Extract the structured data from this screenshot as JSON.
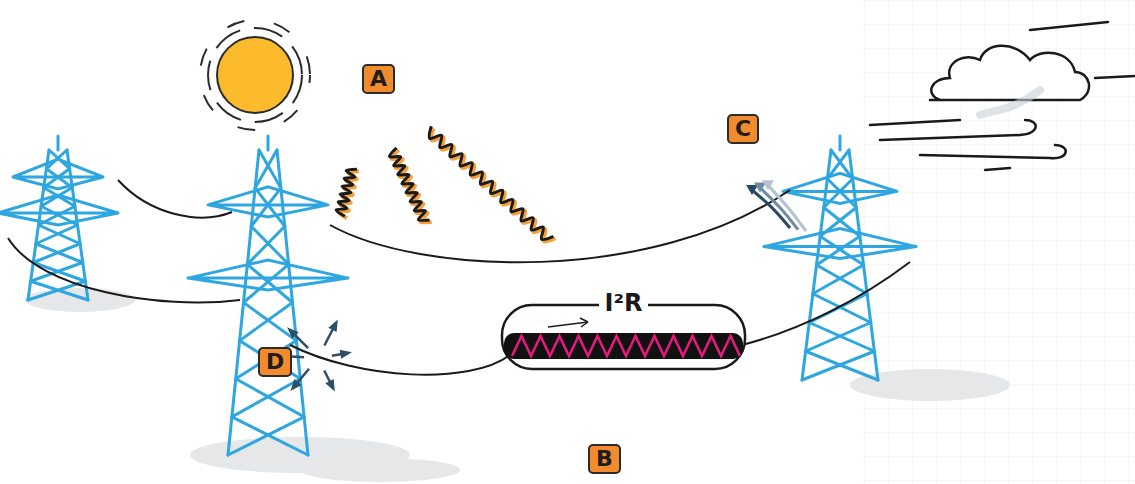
{
  "diagram": {
    "nodes": [
      {
        "text": [
          "I²R"
        ]
      }
    ],
    "labels": [
      "A",
      "C",
      "D",
      "B"
    ]
  }
}
